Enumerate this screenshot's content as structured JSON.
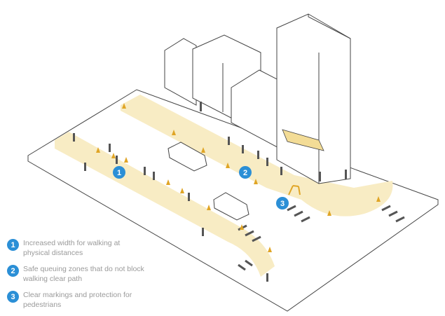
{
  "legend": [
    {
      "number": "1",
      "text": "Increased width for walking at physical distances"
    },
    {
      "number": "2",
      "text": "Safe queuing zones that do not block walking clear path"
    },
    {
      "number": "3",
      "text": "Clear markings and protection for pedestrians"
    }
  ],
  "colors": {
    "marker": "#2b8fd6",
    "sidewalk": "#f8ecc4",
    "cone": "#e0a526",
    "line": "#3a3a3a"
  }
}
